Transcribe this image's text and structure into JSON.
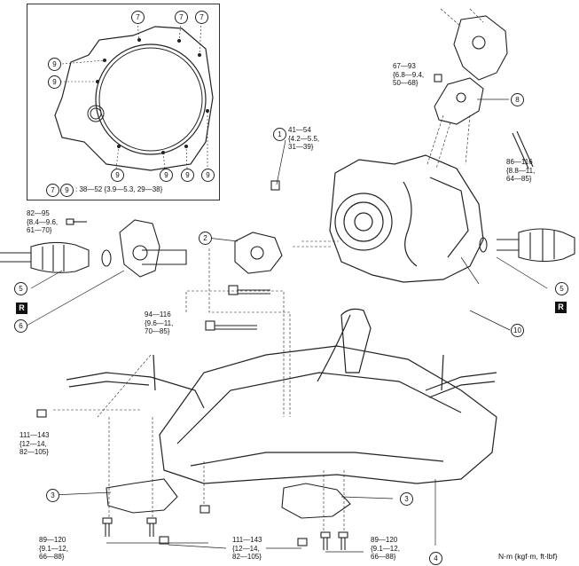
{
  "inset": {
    "callouts": [
      "7",
      "7",
      "7",
      "9",
      "9",
      "9",
      "9",
      "9",
      "9",
      "9"
    ],
    "legend_a": "7",
    "legend_b": "9",
    "legend_torque": ": 38—52 {3.9—5.3, 29—38}"
  },
  "torques": {
    "t1": "41—54\n{4.2—5.5,\n31—39}",
    "t2": "67—93\n{6.8—9.4,\n50—68}",
    "t3": "86—116\n{8.8—11,\n64—85}",
    "t4": "82—95\n{8.4—9.6,\n61—70}",
    "t5": "94—116\n{9.6—11,\n70—85}",
    "t6": "111—143\n{12—14,\n82—105}",
    "t7": "89—120\n{9.1—12,\n66—88}",
    "t8": "111—143\n{12—14,\n82—105}",
    "t9": "89—120\n{9.1—12,\n66—88}"
  },
  "parts": {
    "p1": "1",
    "p2": "2",
    "p3a": "3",
    "p3b": "3",
    "p4": "4",
    "p5a": "5",
    "p5b": "5",
    "p6": "6",
    "p8": "8",
    "p10": "10"
  },
  "badges": {
    "r_left": "R",
    "r_right": "R"
  },
  "units": "N·m {kgf·m, ft·lbf}"
}
